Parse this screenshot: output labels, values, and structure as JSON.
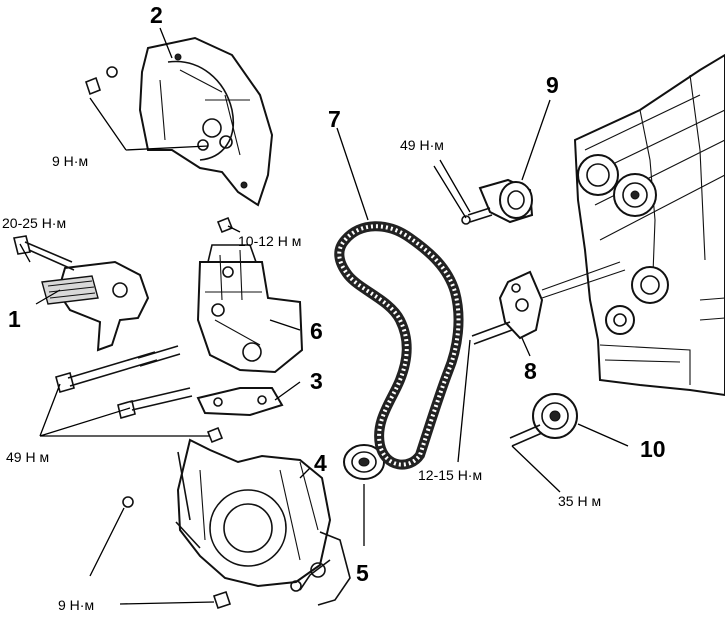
{
  "callouts": {
    "c1": "1",
    "c2": "2",
    "c3": "3",
    "c4": "4",
    "c5": "5",
    "c6": "6",
    "c7": "7",
    "c8": "8",
    "c9": "9",
    "c10": "10"
  },
  "torques": {
    "cover_upper_bolts": "9 Н·м",
    "tensioner_stud": "20-25 Н·м",
    "cover_lower_bolt": "10-12 Н м",
    "bracket_bolts": "49 Н м",
    "front_cover_bolts": "9 Н·м",
    "tensioner_pulley_bolt": "49 Н·м",
    "tensioner_arm_bolt": "12-15 Н·м",
    "idler_pulley_bolt": "35 Н м"
  }
}
